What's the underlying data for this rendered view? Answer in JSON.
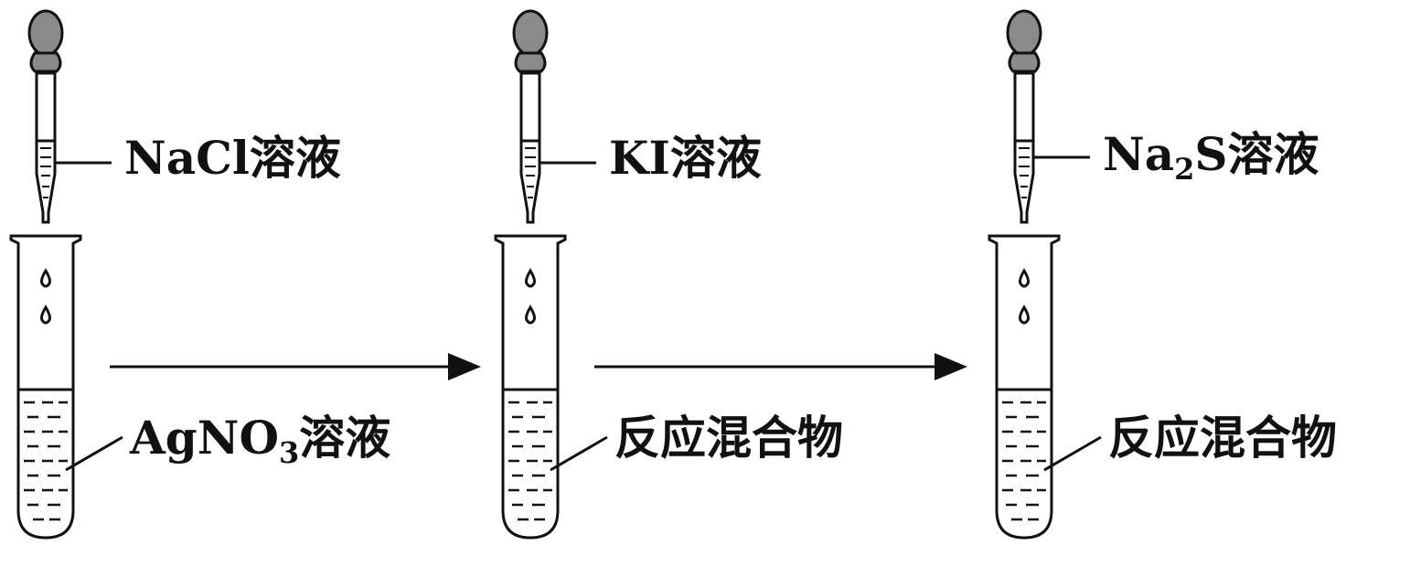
{
  "steps": [
    {
      "dropper_reagent": {
        "main": "NaCl",
        "sub": "",
        "tail": "",
        "zh": "溶液"
      },
      "tube_content": {
        "main": "AgNO",
        "sub": "3",
        "tail": "",
        "zh": "溶液"
      }
    },
    {
      "dropper_reagent": {
        "main": "KI",
        "sub": "",
        "tail": "",
        "zh": "溶液"
      },
      "tube_content": {
        "main": "",
        "sub": "",
        "tail": "",
        "zh": "反应混合物"
      }
    },
    {
      "dropper_reagent": {
        "main": "Na",
        "sub": "2",
        "tail": "S",
        "zh": "溶液"
      },
      "tube_content": {
        "main": "",
        "sub": "",
        "tail": "",
        "zh": "反应混合物"
      }
    }
  ],
  "colors": {
    "bulb": "#8a8a8a",
    "line": "#111111"
  }
}
